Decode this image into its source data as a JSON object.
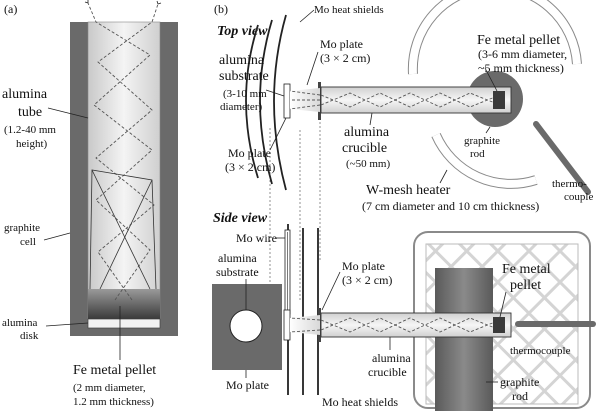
{
  "panel_a": {
    "label": "(a)",
    "alumina_tube": [
      "alumina",
      "tube",
      "(1.2-40 mm",
      "height)"
    ],
    "graphite_cell": [
      "graphite",
      "cell"
    ],
    "alumina_disk": [
      "alumina",
      "disk"
    ],
    "fe_pellet": [
      "Fe metal pellet",
      "(2 mm diameter,",
      "1.2 mm thickness)"
    ]
  },
  "panel_b": {
    "label": "(b)",
    "top_view": {
      "title": "Top view",
      "mo_heat_shields": "Mo heat shields",
      "mo_plate_upper": [
        "Mo plate",
        "(3 × 2 cm)"
      ],
      "alumina_substrate": [
        "alumina",
        "substrate",
        "(3-10 mm",
        "diameter)"
      ],
      "mo_plate_lower": [
        "Mo plate",
        "(3 × 2 cm)"
      ],
      "alumina_crucible": [
        "alumina",
        "crucible",
        "(~50 mm)"
      ],
      "fe_pellet": [
        "Fe metal pellet",
        "(3-6 mm diameter,",
        "~5 mm thickness)"
      ],
      "graphite_rod": [
        "graphite",
        "rod"
      ],
      "thermocouple": [
        "thermo-",
        "couple"
      ],
      "w_mesh_heater": [
        "W-mesh heater",
        "(7 cm diameter and 10 cm thickness)"
      ]
    },
    "side_view": {
      "title": "Side view",
      "mo_wire": "Mo wire",
      "alumina_substrate": [
        "alumina",
        "substrate"
      ],
      "mo_plate_left": "Mo plate",
      "mo_plate_right": [
        "Mo plate",
        "(3 × 2 cm)"
      ],
      "fe_pellet": [
        "Fe metal",
        "pellet"
      ],
      "alumina_crucible": [
        "alumina",
        "crucible"
      ],
      "thermocouple": "thermocouple",
      "graphite_rod": [
        "graphite",
        "rod"
      ],
      "mo_heat_shields": "Mo heat shields"
    }
  },
  "colors": {
    "graphite": "#666666",
    "alumina": "#e8e8e8",
    "pellet": "#3a3a3a"
  }
}
